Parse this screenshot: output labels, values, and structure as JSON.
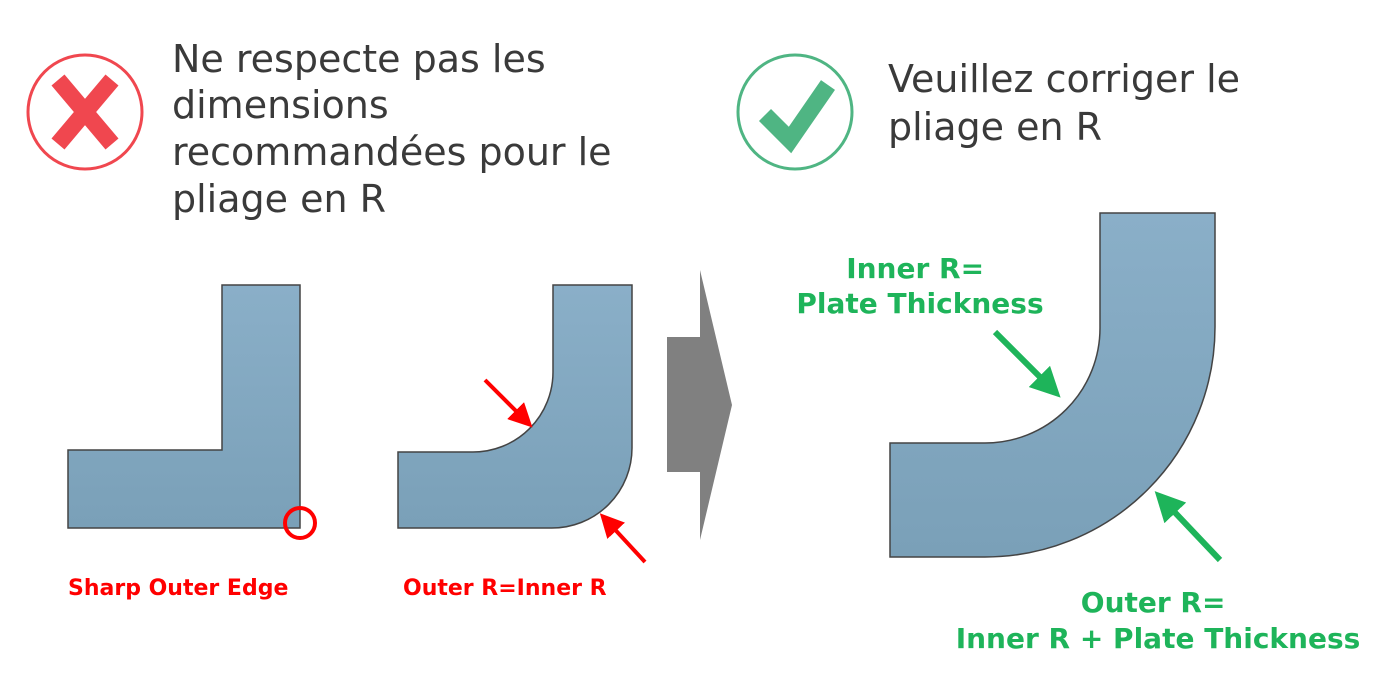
{
  "colors": {
    "bad": "#f0474f",
    "good": "#4fb583",
    "plate": "#7fa6bf",
    "label_red": "#ff0000",
    "label_green": "#1eb45a",
    "arrow_gray": "#808080"
  },
  "bad": {
    "icon": "x-circle-icon",
    "heading_lines": [
      "Ne respecte pas les",
      "dimensions",
      "recommandées pour le",
      "pliage en R"
    ],
    "examples": [
      {
        "label": "Sharp Outer Edge"
      },
      {
        "label": "Outer R=Inner R"
      }
    ]
  },
  "good": {
    "icon": "check-circle-icon",
    "heading_lines": [
      "Veuillez corriger le",
      "pliage en R"
    ],
    "inner_label_lines": [
      "Inner R=",
      "Plate Thickness"
    ],
    "outer_label_lines": [
      "Outer R=",
      "Inner R + Plate Thickness"
    ]
  }
}
